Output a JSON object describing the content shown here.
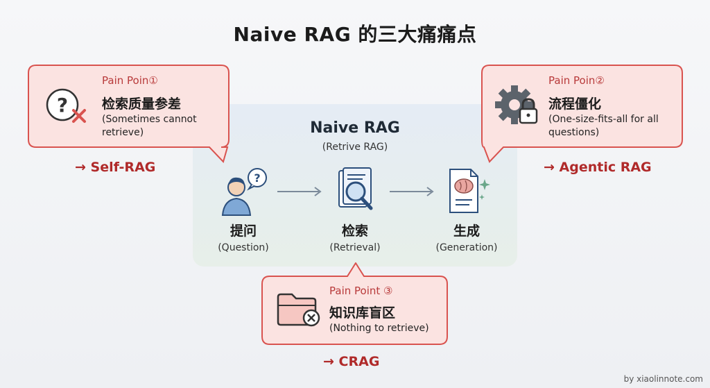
{
  "title": "Naive RAG 的三大痛痛点",
  "flow": {
    "title": "Naive RAG",
    "subtitle": "(Retrive RAG)",
    "steps": [
      {
        "label": "提问",
        "sub": "(Question)",
        "icon": "person-question-icon"
      },
      {
        "label": "检索",
        "sub": "(Retrieval)",
        "icon": "document-search-icon"
      },
      {
        "label": "生成",
        "sub": "(Generation)",
        "icon": "brain-document-icon"
      }
    ]
  },
  "pain_points": [
    {
      "tag": "Pain Poin①",
      "title": "检索质量参差",
      "desc": "(Sometimes cannot retrieve)",
      "icon": "question-x-icon",
      "solution": "→ Self-RAG"
    },
    {
      "tag": "Pain Poin②",
      "title": "流程僵化",
      "desc": "(One-size-fits-all for all questions)",
      "icon": "gear-lock-icon",
      "solution": "→ Agentic RAG"
    },
    {
      "tag": "Pain Point ③",
      "title": "知识库盲区",
      "desc": "(Nothing to retrieve)",
      "icon": "folder-x-icon",
      "solution": "→ CRAG"
    }
  ],
  "credit": "by xiaolinnote.com",
  "colors": {
    "callout_fill": "#fbe3e1",
    "callout_border": "#d9534f",
    "solution": "#b02a2a",
    "tag": "#b83a3a"
  }
}
